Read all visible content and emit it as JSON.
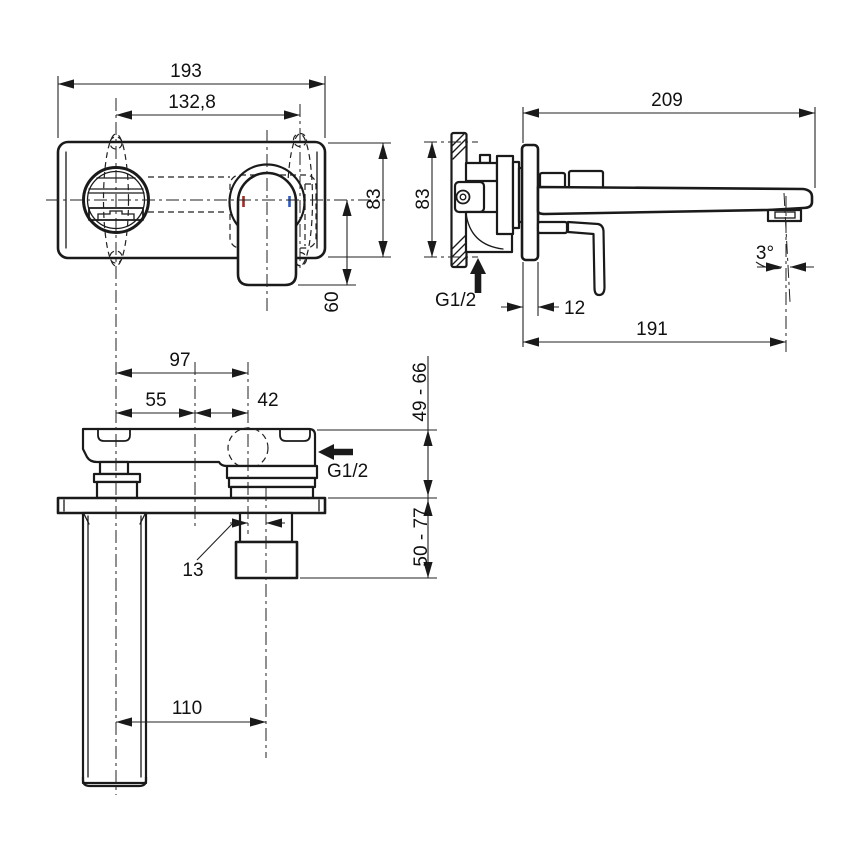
{
  "drawing": {
    "labels": {
      "front_width": "193",
      "front_centers": "132,8",
      "front_height": "83",
      "front_drop": "60",
      "side_depth": "209",
      "side_height": "83",
      "side_inlet": "G1/2",
      "side_plate": "12",
      "side_reach": "191",
      "side_angle": "3°",
      "plan_total": "97",
      "plan_left": "55",
      "plan_right": "42",
      "plan_inlet": "G1/2",
      "plan_offset": "13",
      "plan_pipe": "110",
      "plan_range_upper": "49 - 66",
      "plan_range_lower": "50 - 77"
    },
    "colors": {
      "hot": "#a52a22",
      "cold": "#2b59c3",
      "line": "#1a1a1a",
      "background": "#ffffff"
    }
  }
}
